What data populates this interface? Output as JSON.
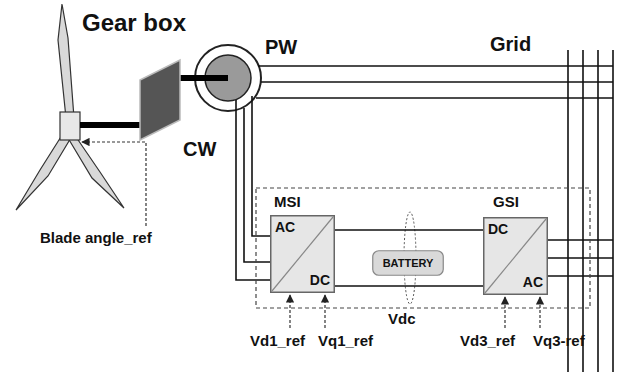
{
  "diagram": {
    "nodes": [
      {
        "text": [
          "Gear box"
        ]
      },
      {
        "text": [
          "MSI",
          "AC",
          "DC"
        ]
      },
      {
        "text": [
          "BATTERY"
        ]
      },
      {
        "text": [
          "GSI",
          "DC",
          "AC"
        ]
      }
    ],
    "edges": [
      {
        "from": 1,
        "to": 3,
        "arrow": "none"
      },
      {
        "from": 1,
        "to": 3,
        "arrow": "none"
      }
    ],
    "labels": [
      "Grid",
      "PW",
      "CW",
      "Blade angle_ref",
      "Vdc",
      "Vd1_ref",
      "Vq1_ref",
      "Vd3_ref",
      "Vq3-ref"
    ]
  }
}
